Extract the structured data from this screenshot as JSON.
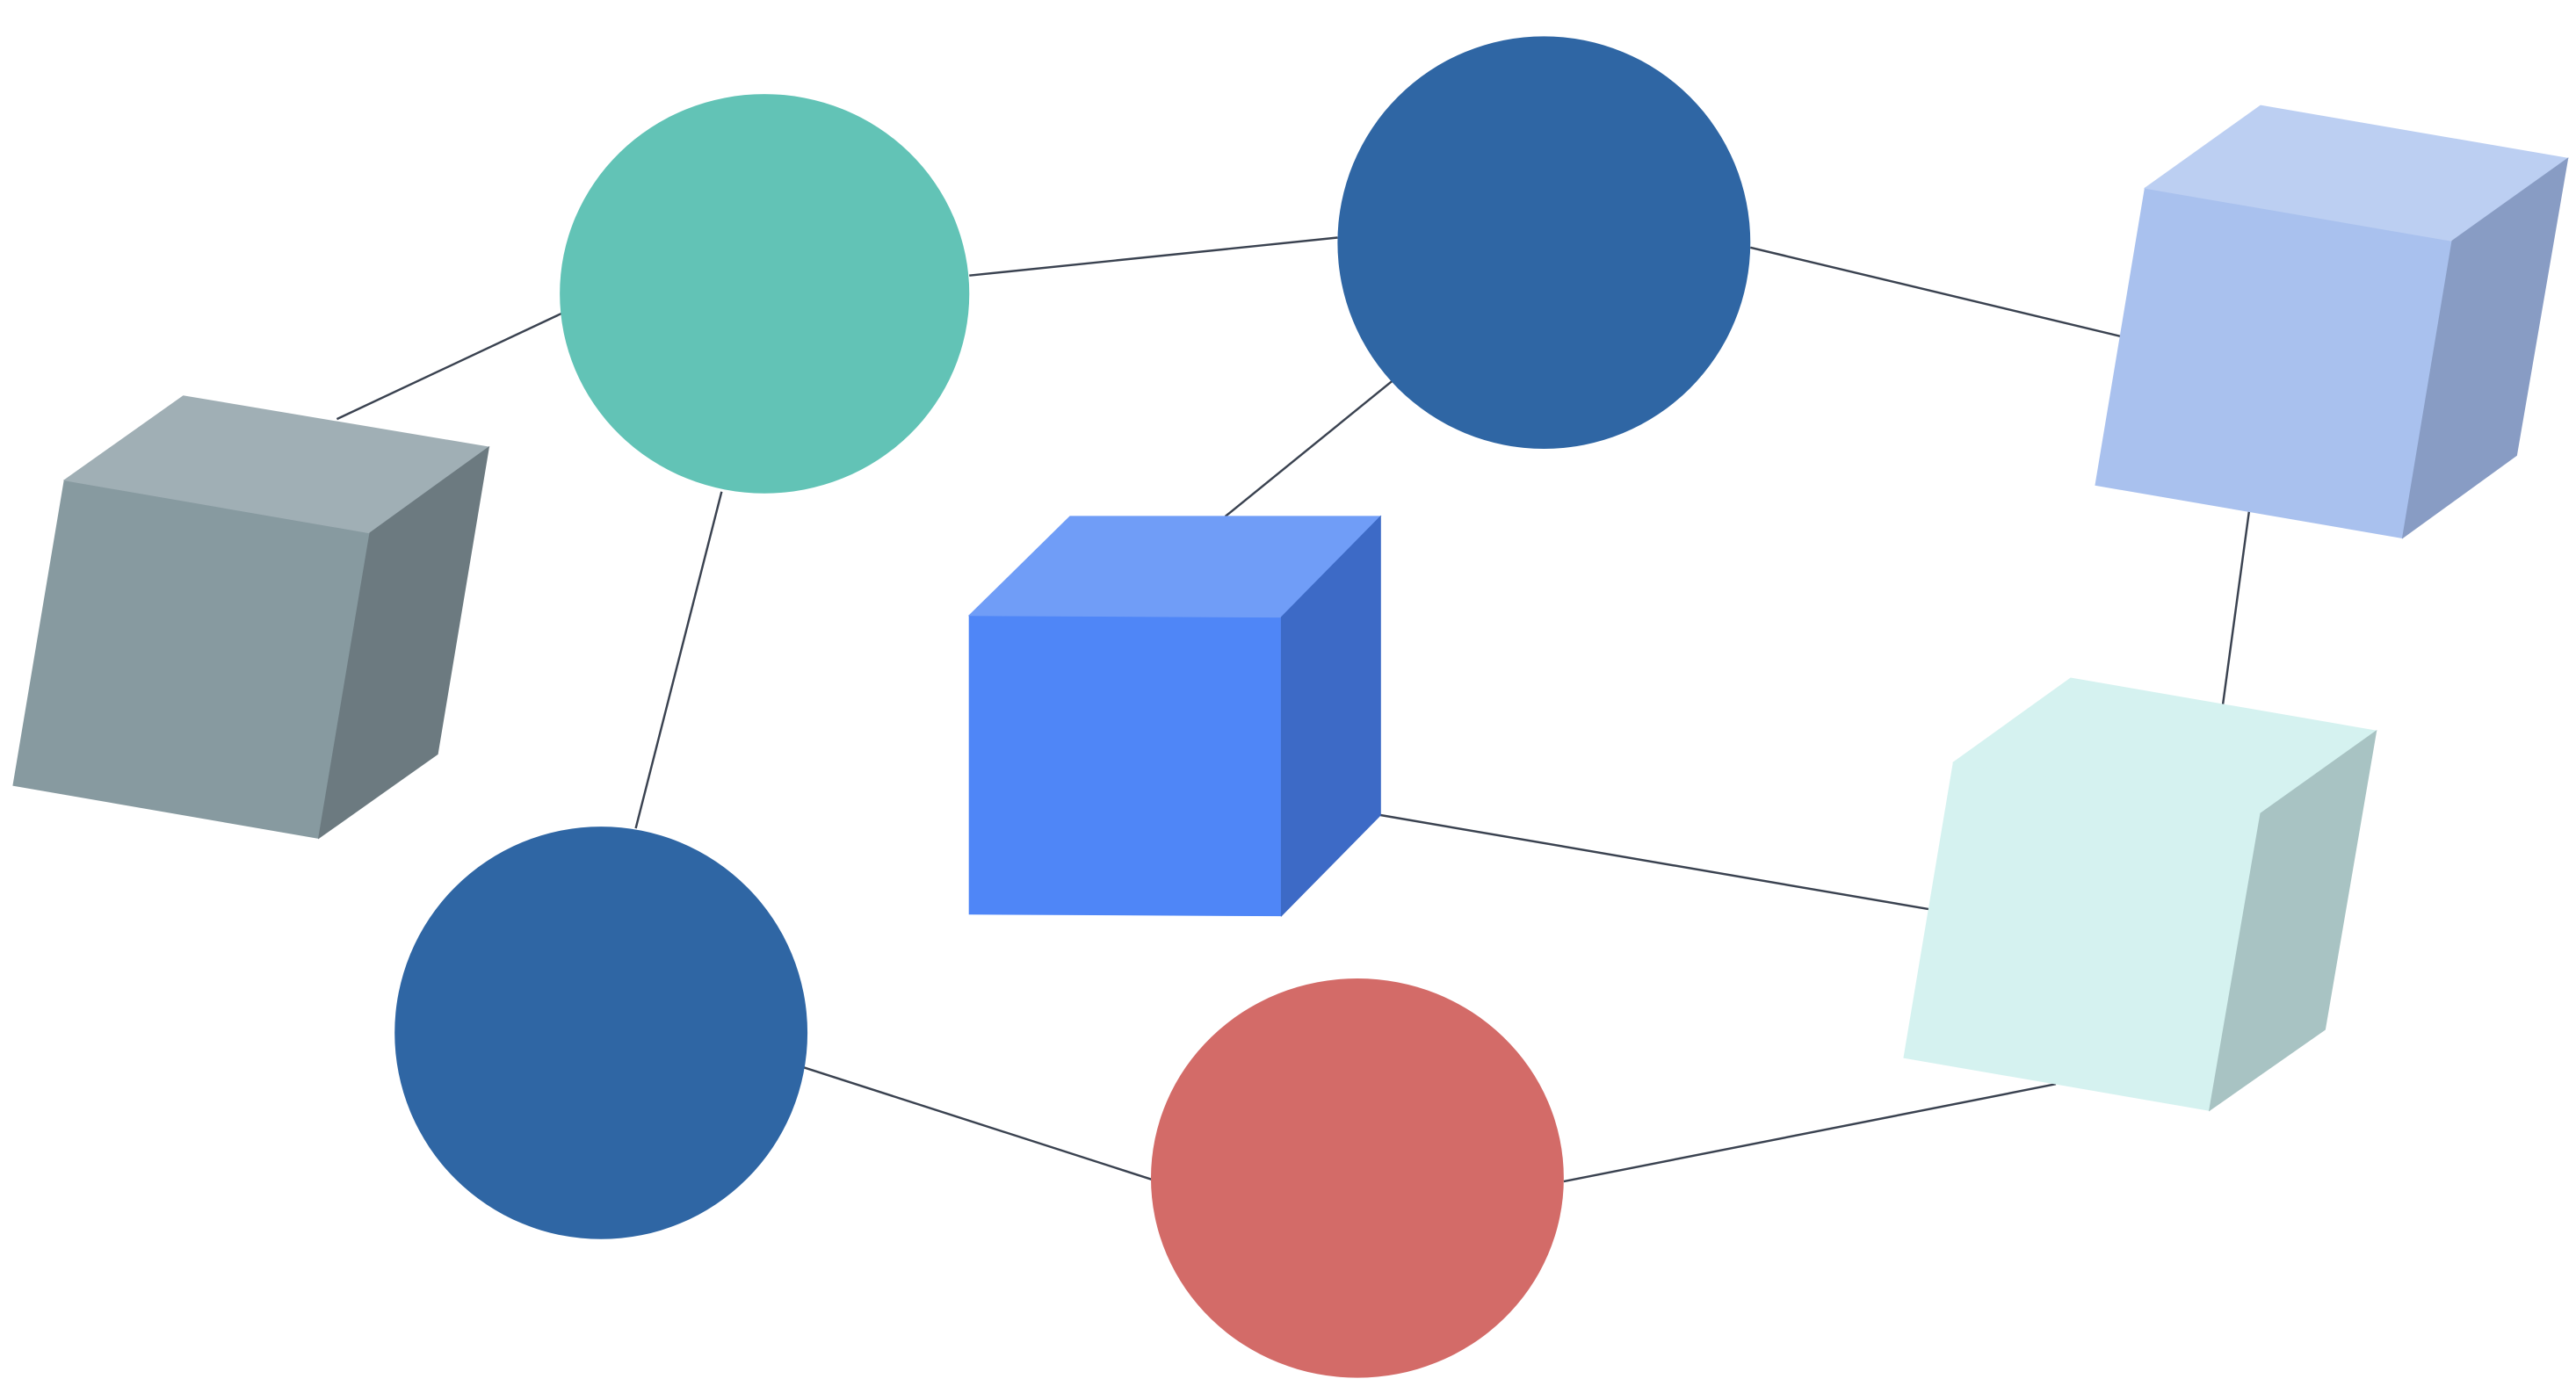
{
  "diagram": {
    "edge_color": "#3a4250",
    "nodes": [
      {
        "id": "gray-cube",
        "shape": "cube",
        "colors": {
          "front": "#879aa0",
          "top": "#a0afb5",
          "side": "#6c7a80"
        }
      },
      {
        "id": "teal-circle",
        "shape": "circle",
        "color": "#62c3b6"
      },
      {
        "id": "dark-blue-circle-top",
        "shape": "circle",
        "color": "#2f66a4"
      },
      {
        "id": "light-blue-cube",
        "shape": "cube",
        "colors": {
          "front": "#a9c1ee",
          "top": "#bccff2",
          "side": "#889cc4"
        }
      },
      {
        "id": "blue-cube",
        "shape": "cube",
        "colors": {
          "front": "#4f86f7",
          "top": "#709df7",
          "side": "#3d6ac6"
        }
      },
      {
        "id": "pale-cyan-cube",
        "shape": "cube",
        "colors": {
          "front": "#d5f2f0",
          "top": "#d5f2f0",
          "side": "#a8c3c3"
        }
      },
      {
        "id": "dark-blue-circle-bottom",
        "shape": "circle",
        "color": "#2f66a4"
      },
      {
        "id": "red-circle",
        "shape": "circle",
        "color": "#d36b68"
      }
    ],
    "edges": [
      [
        "gray-cube",
        "teal-circle"
      ],
      [
        "teal-circle",
        "dark-blue-circle-top"
      ],
      [
        "dark-blue-circle-top",
        "light-blue-cube"
      ],
      [
        "dark-blue-circle-top",
        "blue-cube"
      ],
      [
        "teal-circle",
        "dark-blue-circle-bottom"
      ],
      [
        "blue-cube",
        "pale-cyan-cube"
      ],
      [
        "light-blue-cube",
        "pale-cyan-cube"
      ],
      [
        "dark-blue-circle-bottom",
        "red-circle"
      ],
      [
        "red-circle",
        "pale-cyan-cube"
      ]
    ]
  }
}
